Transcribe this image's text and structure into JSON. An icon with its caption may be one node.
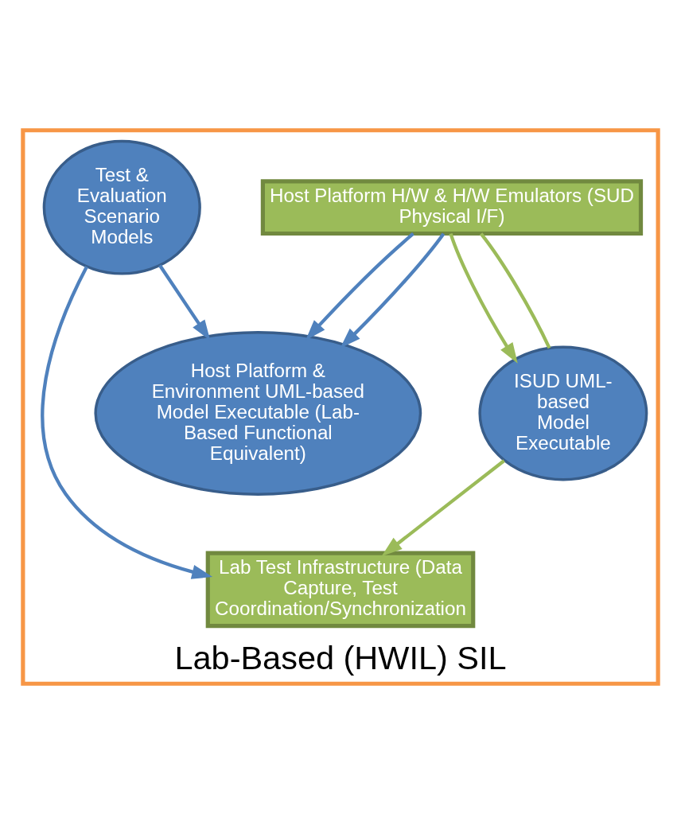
{
  "diagram": {
    "nodes": [
      {
        "text": [
          "Lab-Based (HWIL) SIL"
        ]
      },
      {
        "text": [
          "Host Platform & Environment UML-based  Model Executable (Lab-Based Functional Equivalent)"
        ],
        "in": 0
      },
      {
        "text": [
          "Host Platform H/W & H/W Emulators (SUD Physical I/F)"
        ],
        "in": 0
      },
      {
        "text": [
          "Test & Evaluation Scenario Models"
        ],
        "in": 0
      },
      {
        "text": [
          "ISUD UML-based Model Executable"
        ],
        "in": 0
      },
      {
        "text": [
          "Lab Test Infrastructure (Data Capture, Test Coordination/Synchronization"
        ],
        "in": 0
      }
    ],
    "edges": [
      {
        "from": 3,
        "to": 1,
        "arrow": "to"
      },
      {
        "from": 2,
        "to": 1,
        "arrow": "to"
      },
      {
        "from": 2,
        "to": 1,
        "arrow": "to"
      },
      {
        "from": 2,
        "to": 4,
        "arrow": "to",
        "color": "#9bbb59"
      },
      {
        "from": 4,
        "to": 2,
        "arrow": "none",
        "color": "#9bbb59"
      },
      {
        "from": 4,
        "to": 5,
        "arrow": "to",
        "color": "#9bbb59"
      },
      {
        "from": 3,
        "to": 5,
        "arrow": "to"
      }
    ]
  }
}
